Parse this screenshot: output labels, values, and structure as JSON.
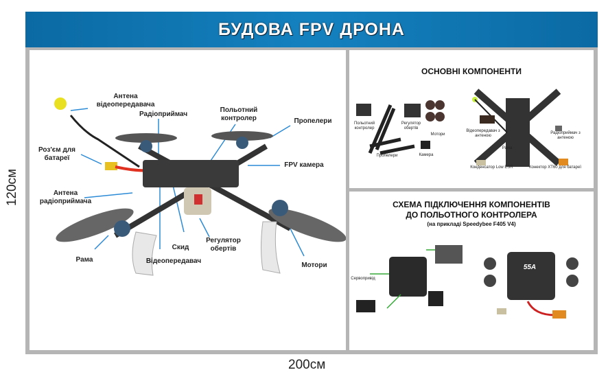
{
  "title": "БУДОВА FPV ДРОНА",
  "dimensions": {
    "height": "120см",
    "width": "200см"
  },
  "left_panel": {
    "labels": {
      "vtx_antenna": "Антена відеопередавача",
      "receiver": "Радіоприймач",
      "flight_controller": "Польотний контролер",
      "propellers": "Пропелери",
      "battery_connector": "Роз'єм для батареї",
      "fpv_camera": "FPV камера",
      "rx_antenna": "Антена радіоприймача",
      "frame": "Рама",
      "skid": "Скид",
      "esc": "Регулятор обертів",
      "vtx": "Відеопередавач",
      "motors": "Мотори"
    }
  },
  "components_panel": {
    "heading": "ОСНОВНІ КОМПОНЕНТИ",
    "items": {
      "fc": "Польотний контролер",
      "esc": "Регулятор обертів",
      "motors": "Мотори",
      "props": "Пропелери",
      "camera": "Камера",
      "vtx": "Відеопередавач з антеною",
      "frame": "Рама",
      "rx": "Радіоприймач з антеною",
      "capacitor": "Конденсатор Low ESR",
      "xt60": "Конектор XT60 для батареї"
    }
  },
  "wiring_panel": {
    "heading_line1": "СХЕМА ПІДКЛЮЧЕННЯ КОМПОНЕНТІВ",
    "heading_line2": "ДО ПОЛЬОТНОГО КОНТРОЛЕРА",
    "subheading": "(на прикладі Speedybee F405 V4)",
    "servo": "Сервопривід",
    "esc_rating": "55A"
  },
  "colors": {
    "header": "#1175b2",
    "frame": "#b5b5b5",
    "arrow": "#2a8ad6"
  }
}
